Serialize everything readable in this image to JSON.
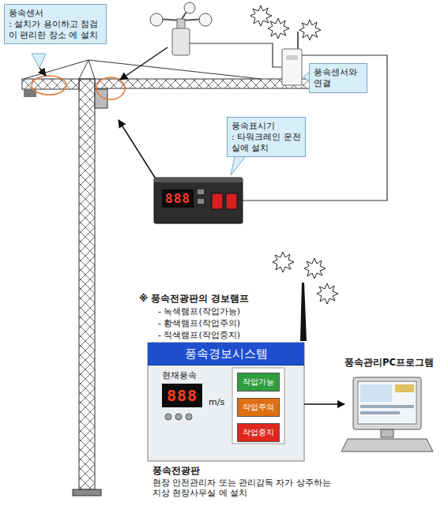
{
  "diagram": {
    "nodes": [
      {
        "text": [
          "풍속센서",
          ": 설치가 용이하고 점검이 편리한 장소 에 설치"
        ]
      },
      {
        "text": [
          "풍속센서와 연결"
        ]
      },
      {
        "text": [
          "풍속표시기",
          ": 타워크레인 운전실에 설치"
        ]
      },
      {
        "text": [
          "888"
        ]
      },
      {
        "text": [
          "풍속경보시스템"
        ]
      },
      {
        "text": [
          "현재풍속",
          "888"
        ],
        "in": 4
      },
      {
        "text": [
          "작업가능"
        ],
        "in": 4
      },
      {
        "text": [
          "작업주의"
        ],
        "in": 4
      },
      {
        "text": [
          "작업중지"
        ],
        "in": 4
      },
      {
        "text": [
          "풍속관리PC프로그램"
        ]
      }
    ],
    "edges": [
      {
        "from": 4,
        "to": 9,
        "arrow": "to"
      }
    ],
    "labels": [
      "※ 풍속전광판의 경보램프",
      "- 녹색램프(작업가능)",
      "- 황색램프(작업주의)",
      "- 적색램프(작업중지)",
      "m/s",
      "풍속전광판",
      "현장 안전관리자 또는 관리감독 자가 상주하는 지상 현장사무실 에 설치"
    ]
  }
}
